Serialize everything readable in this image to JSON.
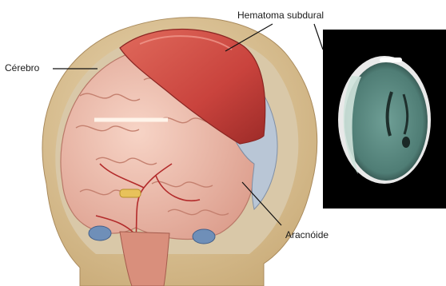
{
  "labels": {
    "brain": "Cérebro",
    "hematoma": "Hematoma subdural",
    "arachnoid": "Aracnóide"
  },
  "colors": {
    "skull": "#dcc49a",
    "brain": "#f0bfae",
    "hematoma": "#c9433d",
    "ct_background": "#000000",
    "ct_tissue": "#5e8f86"
  }
}
